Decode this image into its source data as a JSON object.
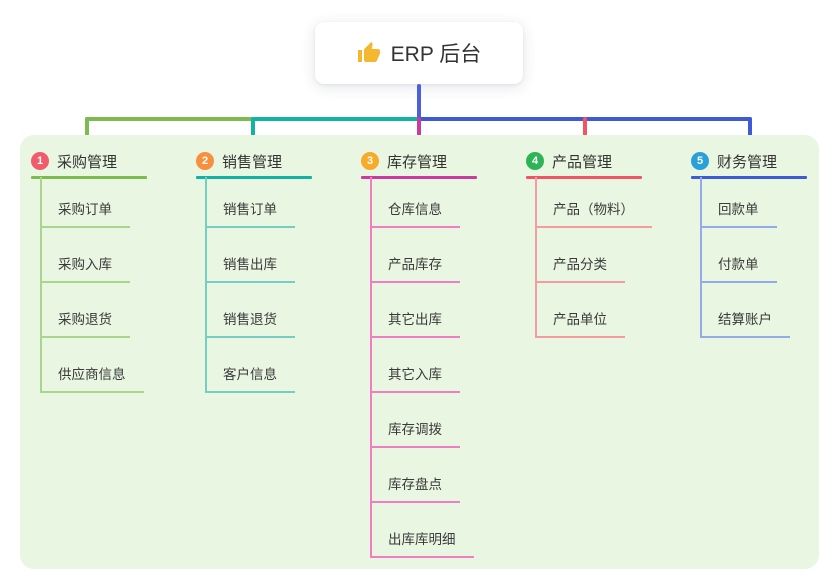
{
  "root": {
    "title": "ERP 后台",
    "icon": "thumbs-up-icon",
    "icon_color": "#f4b72e"
  },
  "colors": {
    "root_connector": "#4c5fe0",
    "panel_background": "#e9f6e2",
    "node_text": "#333333"
  },
  "branches": [
    {
      "id": "purchase",
      "number": "1",
      "label": "采购管理",
      "badge_color": "#f15b6c",
      "line_color": "#7ebb4f",
      "item_line_color": "#abd58b",
      "items": [
        "采购订单",
        "采购入库",
        "采购退货",
        "供应商信息"
      ]
    },
    {
      "id": "sales",
      "number": "2",
      "label": "销售管理",
      "badge_color": "#f7903e",
      "line_color": "#12b2a4",
      "item_line_color": "#76cdc4",
      "items": [
        "销售订单",
        "销售出库",
        "销售退货",
        "客户信息"
      ]
    },
    {
      "id": "inventory",
      "number": "3",
      "label": "库存管理",
      "badge_color": "#f6ac29",
      "line_color": "#cb3a9f",
      "item_line_color": "#ef7ec4",
      "items": [
        "仓库信息",
        "产品库存",
        "其它出库",
        "其它入库",
        "库存调拨",
        "库存盘点",
        "出库库明细"
      ]
    },
    {
      "id": "product",
      "number": "4",
      "label": "产品管理",
      "badge_color": "#2eb457",
      "line_color": "#f25561",
      "item_line_color": "#f79ba3",
      "items": [
        "产品（物料）",
        "产品分类",
        "产品单位"
      ]
    },
    {
      "id": "finance",
      "number": "5",
      "label": "财务管理",
      "badge_color": "#2aa0d8",
      "line_color": "#3f5ad6",
      "item_line_color": "#93abe8",
      "items": [
        "回款单",
        "付款单",
        "结算账户"
      ]
    }
  ]
}
